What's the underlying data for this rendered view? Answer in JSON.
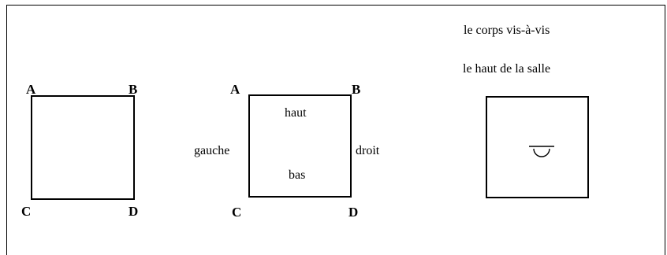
{
  "diagram1": {
    "corner_a": "A",
    "corner_b": "B",
    "corner_c": "C",
    "corner_d": "D"
  },
  "diagram2": {
    "corner_a": "A",
    "corner_b": "B",
    "corner_c": "C",
    "corner_d": "D",
    "top": "haut",
    "bottom": "bas",
    "left": "gauche",
    "right": "droit"
  },
  "diagram3": {
    "caption_line1": "le corps vis-à-vis",
    "caption_line2": "le haut de la salle",
    "symbol": "half-circle-symbol"
  }
}
